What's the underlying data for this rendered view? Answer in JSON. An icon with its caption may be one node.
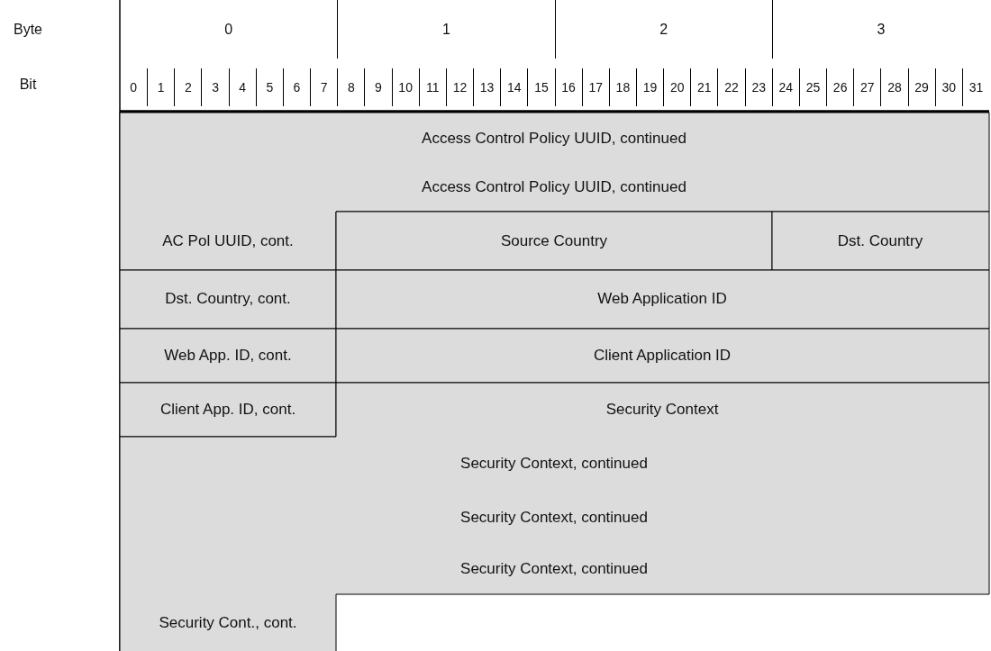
{
  "diagram": {
    "nodes": [
      {
        "text": [
          "Access Control Policy UUID, continued",
          "Access Control Policy UUID, continued",
          "AC Pol UUID, cont."
        ]
      },
      {
        "text": [
          "Source Country"
        ]
      },
      {
        "text": [
          "Dst. Country"
        ]
      },
      {
        "text": [
          "Dst. Country, cont."
        ]
      },
      {
        "text": [
          "Web Application ID"
        ]
      },
      {
        "text": [
          "Web App. ID, cont."
        ]
      },
      {
        "text": [
          "Client Application ID"
        ]
      },
      {
        "text": [
          "Client App. ID, cont."
        ]
      },
      {
        "text": [
          "Security Context",
          "Security Context, continued",
          "Security Context, continued",
          "Security Context, continued",
          "Security Cont., cont."
        ]
      }
    ],
    "labels": [
      "Byte",
      "Bit",
      "0",
      "1",
      "2",
      "3",
      "0",
      "1",
      "2",
      "3",
      "4",
      "5",
      "6",
      "7",
      "8",
      "9",
      "10",
      "11",
      "12",
      "13",
      "14",
      "15",
      "16",
      "17",
      "18",
      "19",
      "20",
      "21",
      "22",
      "23",
      "24",
      "25",
      "26",
      "27",
      "28",
      "29",
      "30",
      "31"
    ]
  }
}
